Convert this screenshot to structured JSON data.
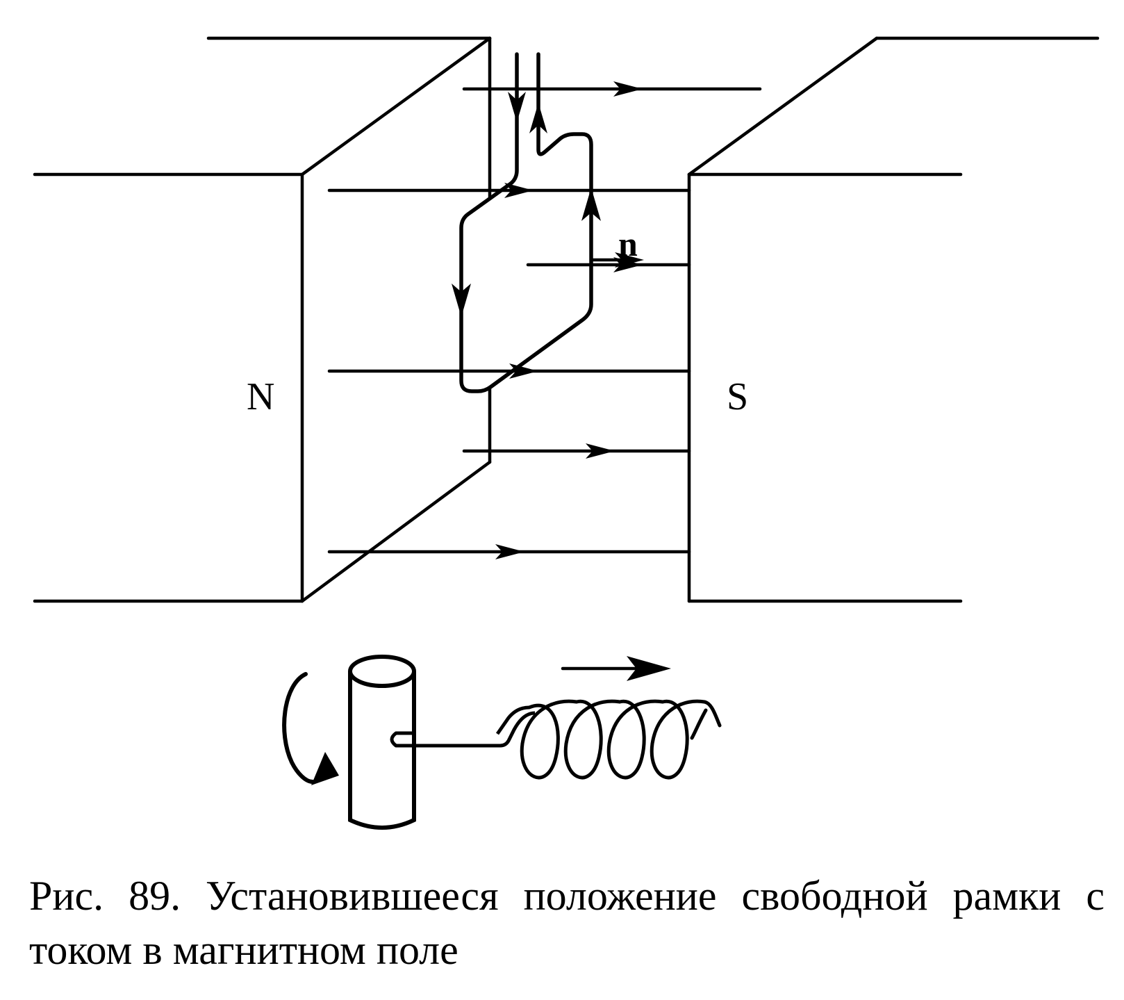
{
  "diagram": {
    "pole_north": "N",
    "pole_south": "S",
    "normal_label": "n"
  },
  "caption": {
    "text": "Рис. 89. Установившееся положение свободной рамки с током в магнитном поле"
  },
  "colors": {
    "ink": "#000000",
    "background": "#ffffff"
  }
}
